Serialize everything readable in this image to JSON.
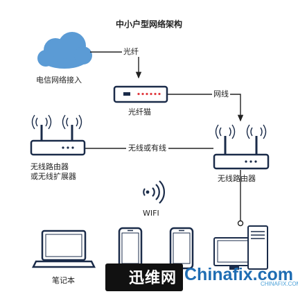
{
  "title": "中小户型网络架构",
  "nodes": {
    "isp": "电信网络接入",
    "modem": "光纤猫",
    "router": "无线路由器",
    "extender": "无线路由器\n或无线扩展器",
    "wifi": "WIFI",
    "laptop": "笔记本"
  },
  "edges": {
    "isp_modem": "光纤",
    "modem_router": "网线",
    "router_extender": "无线或有线"
  },
  "watermark": {
    "brand_cn": "迅维网",
    "brand_en": "Chinafix.com",
    "brand_small": "CHINAFIX.COM.CN"
  },
  "colors": {
    "cloud": "#5b9bd5",
    "device_body": "#ffffff",
    "device_outline": "#1a2b49",
    "led_red": "#e0393e",
    "line": "#222222",
    "watermark_box": "#111111",
    "watermark_text": "#1f6db3"
  }
}
